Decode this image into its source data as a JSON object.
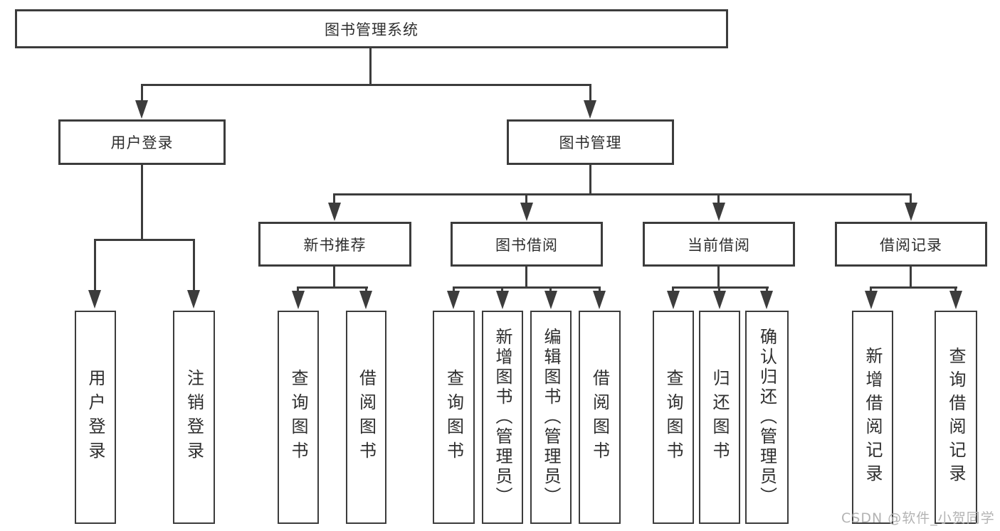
{
  "colors": {
    "line": "#3c3c3c",
    "text": "#2e2e2e",
    "box_bg": "#ffffff",
    "background": "#ffffff",
    "watermark": "#b3b3b3"
  },
  "nodes": {
    "root": {
      "label": "图书管理系统"
    },
    "user_login": {
      "label": "用户登录"
    },
    "book_mgmt": {
      "label": "图书管理"
    },
    "login_leaf": {
      "label": "用户登录"
    },
    "logout_leaf": {
      "label": "注销登录"
    },
    "new_book_rec": {
      "label": "新书推荐"
    },
    "book_borrow": {
      "label": "图书借阅"
    },
    "current_borrow": {
      "label": "当前借阅"
    },
    "borrow_record": {
      "label": "借阅记录"
    },
    "rec_query": {
      "label": "查询图书"
    },
    "rec_borrow": {
      "label": "借阅图书"
    },
    "bb_query": {
      "label": "查询图书"
    },
    "bb_add": {
      "label": "新增图书（管理员）"
    },
    "bb_edit": {
      "label": "编辑图书（管理员）"
    },
    "bb_borrow": {
      "label": "借阅图书"
    },
    "cb_query": {
      "label": "查询图书"
    },
    "cb_return": {
      "label": "归还图书"
    },
    "cb_confirm": {
      "label": "确认归还（管理员）"
    },
    "br_add": {
      "label": "新增借阅记录"
    },
    "br_query": {
      "label": "查询借阅记录"
    }
  },
  "edges": [
    [
      "图书管理系统",
      "用户登录"
    ],
    [
      "图书管理系统",
      "图书管理"
    ],
    [
      "用户登录",
      "用户登录"
    ],
    [
      "用户登录",
      "注销登录"
    ],
    [
      "图书管理",
      "新书推荐"
    ],
    [
      "图书管理",
      "图书借阅"
    ],
    [
      "图书管理",
      "当前借阅"
    ],
    [
      "图书管理",
      "借阅记录"
    ],
    [
      "新书推荐",
      "查询图书"
    ],
    [
      "新书推荐",
      "借阅图书"
    ],
    [
      "图书借阅",
      "查询图书"
    ],
    [
      "图书借阅",
      "新增图书（管理员）"
    ],
    [
      "图书借阅",
      "编辑图书（管理员）"
    ],
    [
      "图书借阅",
      "借阅图书"
    ],
    [
      "当前借阅",
      "查询图书"
    ],
    [
      "当前借阅",
      "归还图书"
    ],
    [
      "当前借阅",
      "确认归还（管理员）"
    ],
    [
      "借阅记录",
      "新增借阅记录"
    ],
    [
      "借阅记录",
      "查询借阅记录"
    ]
  ],
  "watermark": {
    "text": "CSDN @软件_小贺同学"
  }
}
